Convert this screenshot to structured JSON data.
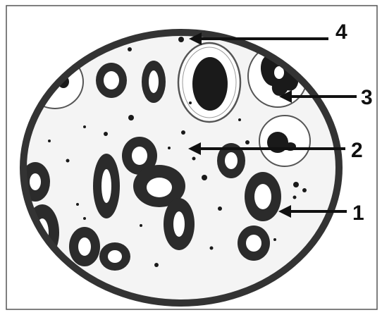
{
  "labels": {
    "one": "1",
    "two": "2",
    "three": "3",
    "four": "4"
  },
  "colors": {
    "outline": "#333333",
    "cell": "#2b2b2b",
    "background": "#f4f4f4",
    "frame": "#555555"
  }
}
